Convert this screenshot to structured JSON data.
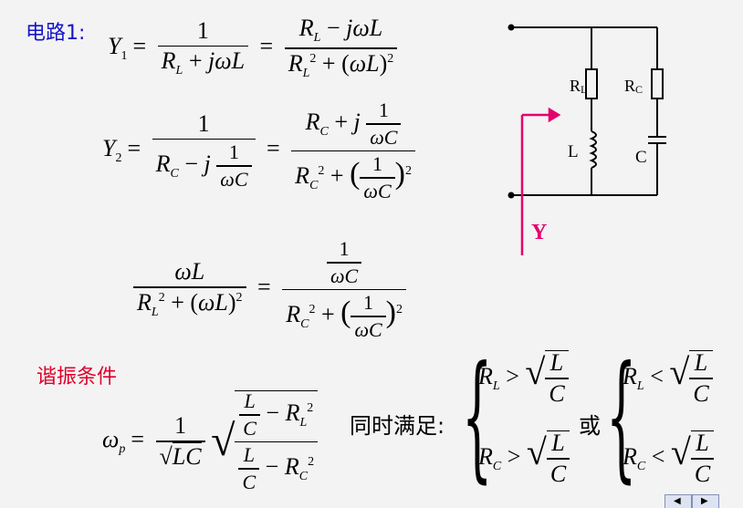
{
  "labels": {
    "circuit": "电路1:",
    "resonance": "谐振条件",
    "also_satisfy": "同时满足:",
    "or": "或"
  },
  "circuit_diagram": {
    "rl": "R",
    "rl_sub": "L",
    "rc": "R",
    "rc_sub": "C",
    "l": "L",
    "c": "C",
    "y": "Y"
  },
  "colors": {
    "blue": "#1414c8",
    "red": "#e0002a",
    "magenta": "#e4006e"
  },
  "nav": {
    "prev_icon": "◀",
    "next_icon": "▶"
  }
}
